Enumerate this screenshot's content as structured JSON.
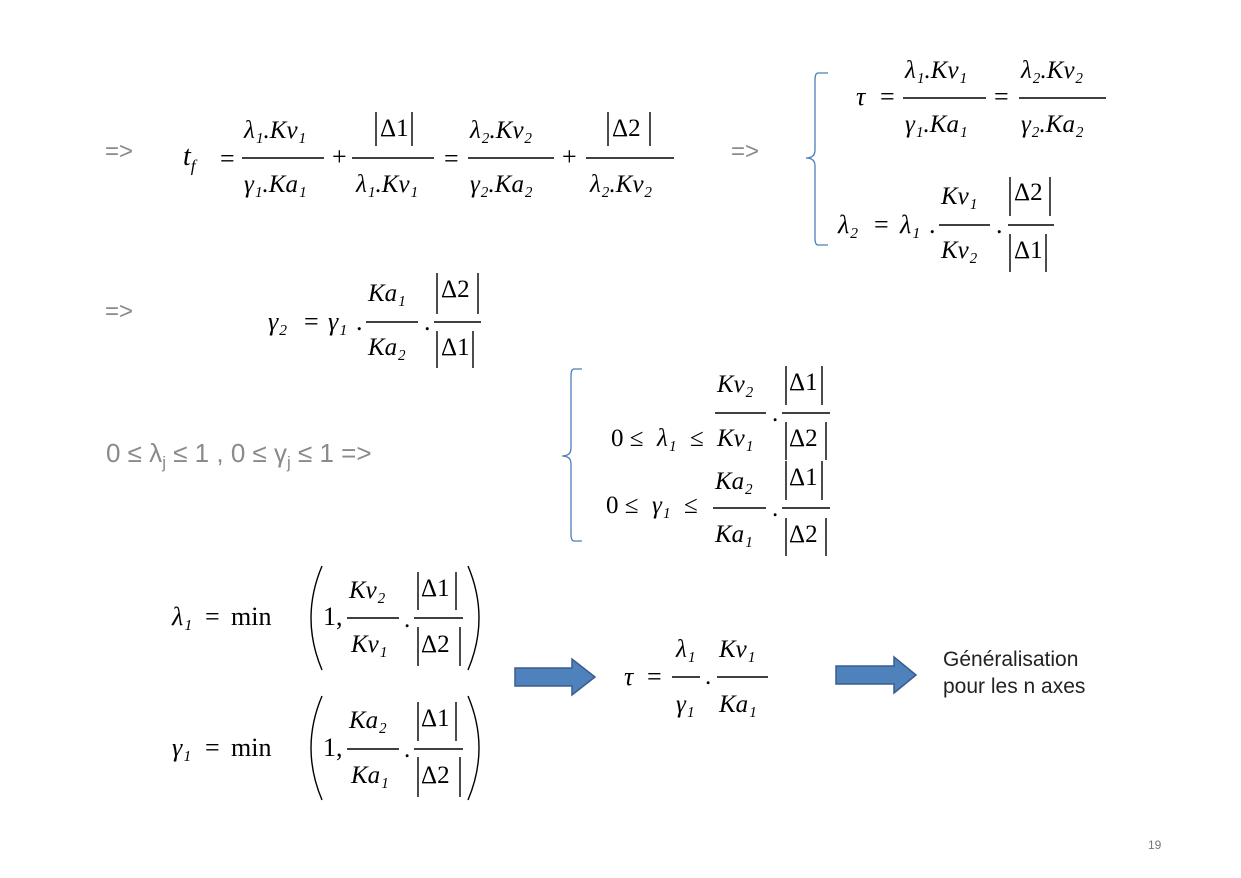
{
  "implies": "=>",
  "formulas": {
    "tf_lhs": "t",
    "tf_sub": "f",
    "tau": "τ",
    "eq": "=",
    "plus": "+",
    "lambda1": "λ₁",
    "lambda2": "λ₂",
    "gamma1": "γ₁",
    "gamma2": "γ₂",
    "Kv1": "Kv₁",
    "Kv2": "Kv₂",
    "Ka1": "Ka₁",
    "Ka2": "Ka₂",
    "lambda1_Kv1": "λ₁.Kv₁",
    "lambda2_Kv2": "λ₂.Kv₂",
    "gamma1_Ka1": "γ₁.Ka₁",
    "gamma2_Ka2": "γ₂.Ka₂",
    "delta1": "Δ1",
    "delta2": "Δ2",
    "dot": ".",
    "min": "min",
    "one_comma": "1,",
    "zero_leq": "0 ≤",
    "leq": "≤"
  },
  "constraint": {
    "text_a": "0 ≤ λ",
    "sub_a": "j",
    "text_b": " ≤ 1 , 0 ≤ γ",
    "sub_b": "j",
    "text_c": " ≤ 1 =>"
  },
  "note": {
    "line1": "Généralisation",
    "line2": "pour les n axes"
  },
  "page_number": "19",
  "colors": {
    "bracket": "#4a7ebb",
    "arrow_fill": "#4f81bd",
    "arrow_stroke": "#385d8a",
    "text_gray": "#8a8a8a"
  }
}
